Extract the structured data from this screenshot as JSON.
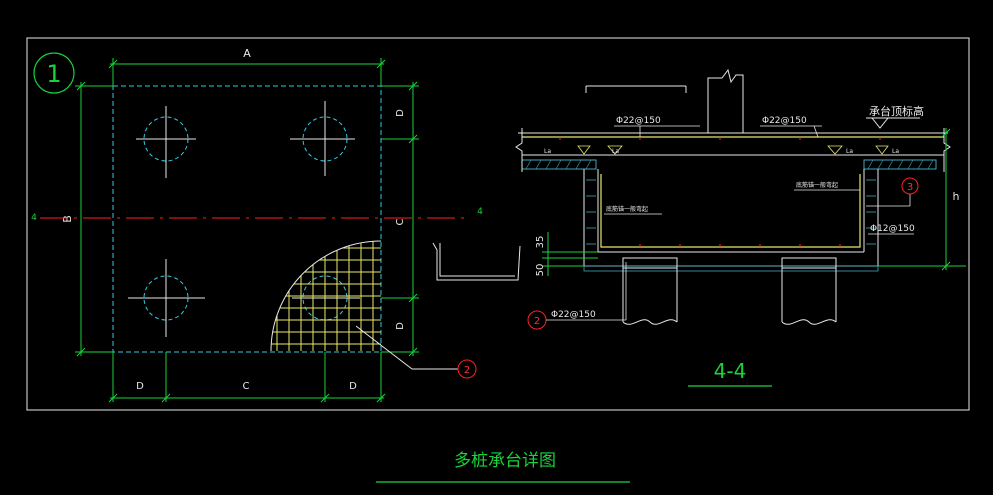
{
  "colors": {
    "background": "#000000",
    "frame": "#e8e8e8",
    "dimension": "#19d23c",
    "pile_outline": "#35c8e0",
    "axis": "#ff2020",
    "rebar": "#e8e86a",
    "callout": "#ff2020",
    "concrete_hatch": "#3fa7b8"
  },
  "plan": {
    "view_number": "1",
    "dim_top": "A",
    "dim_left": "B",
    "dim_right": [
      "D",
      "C",
      "D"
    ],
    "dim_bottom": [
      "D",
      "C",
      "D"
    ],
    "axis_label_left": "4",
    "axis_label_right": "4",
    "callout_number": "2"
  },
  "section": {
    "label_cap_top": "承台顶标高",
    "rebar_top_left": "Φ22@150",
    "rebar_top_right": "Φ22@150",
    "rebar_side": "Φ12@150",
    "rebar_bottom": "Φ22@150",
    "note_left": "底筋锚一般弯起",
    "note_right": "底筋锚一般弯起",
    "dim_35": "35",
    "dim_50": "50",
    "dim_h": "h",
    "la_marks": [
      "La",
      "La",
      "La",
      "La"
    ],
    "callout_bottom": "2",
    "callout_side": "3",
    "section_name": "4-4"
  },
  "drawing_title": "多桩承台详图"
}
